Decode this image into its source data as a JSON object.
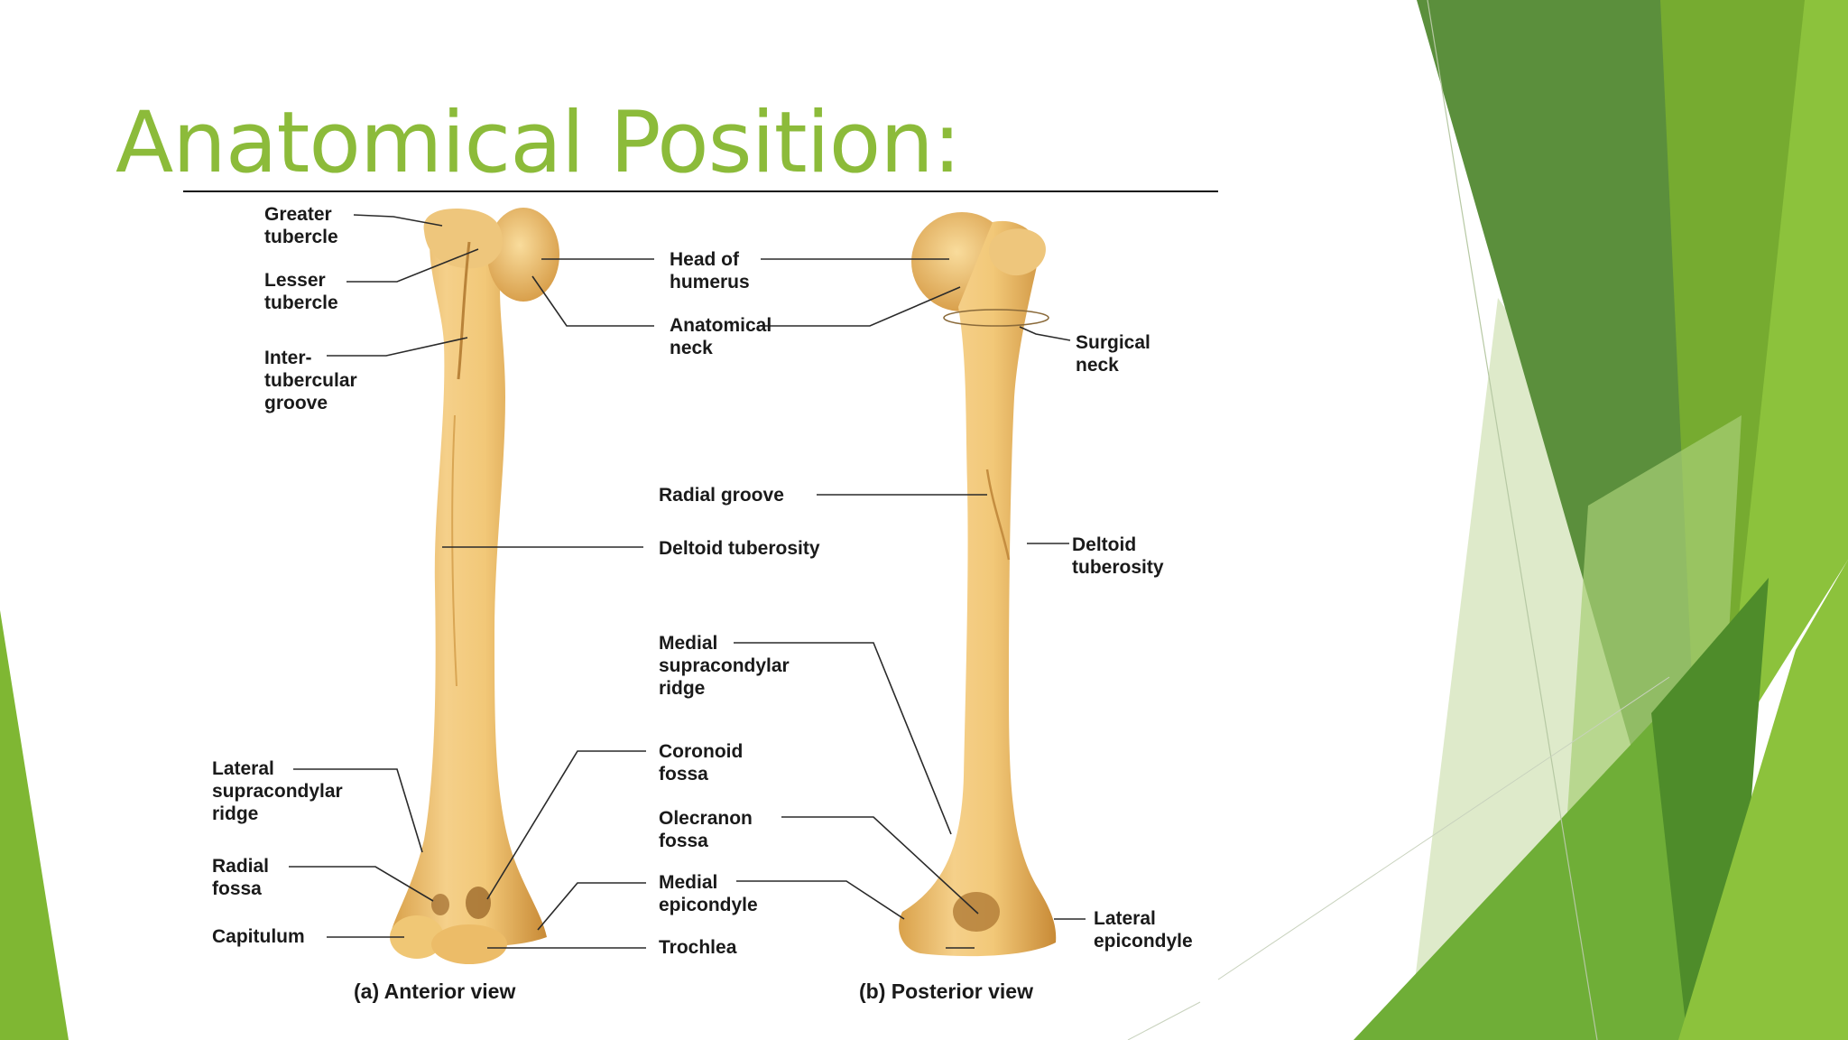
{
  "slide": {
    "title": "Anatomical Position:"
  },
  "colors": {
    "title": "#8cbb3a",
    "bone": "#f0c775",
    "bone_shadow": "#c98f3c",
    "accent_dark": "#4f8a30",
    "accent_light": "#8dc33d"
  },
  "figure": {
    "anterior_caption": "(a) Anterior view",
    "posterior_caption": "(b) Posterior view",
    "labels": {
      "greater_tubercle": [
        "Greater",
        "tubercle"
      ],
      "lesser_tubercle": [
        "Lesser",
        "tubercle"
      ],
      "intertubercular_groove": [
        "Inter-",
        "tubercular",
        "groove"
      ],
      "head_of_humerus": [
        "Head of",
        "humerus"
      ],
      "anatomical_neck": [
        "Anatomical",
        "neck"
      ],
      "surgical_neck": [
        "Surgical",
        "neck"
      ],
      "radial_groove": [
        "Radial groove"
      ],
      "deltoid_tuberosity_anterior": [
        "Deltoid tuberosity"
      ],
      "deltoid_tuberosity_posterior": [
        "Deltoid",
        "tuberosity"
      ],
      "medial_supracondylar_ridge": [
        "Medial",
        "supracondylar",
        "ridge"
      ],
      "lateral_supracondylar_ridge": [
        "Lateral",
        "supracondylar",
        "ridge"
      ],
      "coronoid_fossa": [
        "Coronoid",
        "fossa"
      ],
      "olecranon_fossa": [
        "Olecranon",
        "fossa"
      ],
      "radial_fossa": [
        "Radial",
        "fossa"
      ],
      "medial_epicondyle": [
        "Medial",
        "epicondyle"
      ],
      "lateral_epicondyle": [
        "Lateral",
        "epicondyle"
      ],
      "capitulum": [
        "Capitulum"
      ],
      "trochlea": [
        "Trochlea"
      ]
    }
  }
}
